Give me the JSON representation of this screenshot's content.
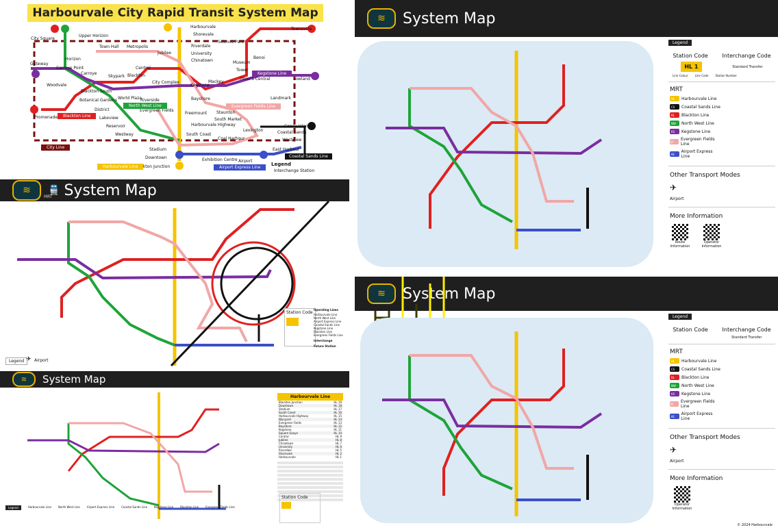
{
  "top_left": {
    "title": "Harbourvale City Rapid Transit System Map",
    "line_labels": {
      "city_line": "City Line",
      "blackton_line": "Blackton Line",
      "north_west_line": "North West Line",
      "evergreen_fields_line": "Evergreen Fields Line",
      "kegstone_line": "Kegstone Line",
      "harbourvale_line": "Harbourvale Line",
      "airport_express_line": "Airport Express Line",
      "coastal_sands_line": "Coastal Sands Line"
    },
    "stations": {
      "harbourvale": "Harbourvale",
      "shorevale": "Shorevale",
      "townsville": "Townsville",
      "science_park": "Science Park",
      "benoi": "Benoi",
      "upper_horizon": "Upper Horizon",
      "city_square": "City Square",
      "town_hall": "Town Hall",
      "metropolis": "Metropolis",
      "riverdale": "Riverdale",
      "university": "University",
      "chinatown": "Chinatown",
      "museum": "Museum",
      "jubilee": "Jubilee",
      "horizon": "Horizon",
      "carroye_point": "Carroye Point",
      "carroye": "Carroye",
      "gateway": "Gateway",
      "skypark": "Skypark",
      "blackton": "Blackton",
      "central": "Central",
      "city_complex": "City Complex",
      "tower": "Tower",
      "kegstone": "Kegstone",
      "mackey": "Mackey",
      "divers_central": "Diver's Central",
      "lowland": "Lowland",
      "landmark": "Landmark",
      "woodvale": "Woodvale",
      "blackton_south": "Blackton South",
      "botanical_gardens": "Botanical Gardens",
      "world_plaza": "World Plaza",
      "riverside": "Riverside",
      "district": "District",
      "evergreen_fields": "Evergreen Fields",
      "bayshore": "Bayshore",
      "promenade": "Promenade",
      "lakeview": "Lakeview",
      "reservoir": "Reservoir",
      "westway": "Westway",
      "freemount": "Freemount",
      "staunton": "Staunton",
      "south_market": "South Market",
      "harbourvale_highway": "Harbourvale Highway",
      "south_coast": "South Coast",
      "coal_harbour": "Coal Harbour",
      "lexington": "Lexington",
      "coney_island": "Coney Island",
      "coastal_sands": "Coastal Sands",
      "westview": "Westview",
      "stadium": "Stadium",
      "downtown": "Downtown",
      "exhibition_centre": "Exhibition Centre",
      "airport": "Airport",
      "east_harbour": "East Harbour",
      "blackton_junction": "Blackton Junction"
    },
    "legend_title": "Legend",
    "legend_item": "Interchange Station"
  },
  "middle_left": {
    "title": "System Map",
    "brand": "MRT",
    "legend_button": "Legend",
    "airport_label": "Airport",
    "station_code_title": "Station Code",
    "operating_lines_title": "Operating Lines",
    "interchange_title": "Interchange",
    "future_station_title": "Future Station",
    "lines": [
      "Harbourvale Line",
      "North West Line",
      "Airport Express Line",
      "Coastal Sands Line",
      "Kegstone Line",
      "Blackton Line",
      "Evergreen Fields Line"
    ]
  },
  "bottom_left": {
    "title": "System Map",
    "side_title": "Harbourvale Line",
    "station_code_title": "Station Code",
    "legend_button": "Legend",
    "legend_lines": [
      "Harbourvale Line",
      "North West Line",
      "Airport Express Line",
      "Coastal Sands Line",
      "Kegstone Line",
      "Blackton Line",
      "Evergreen Fields Line"
    ],
    "station_list": [
      [
        "Blackton Junction",
        "HL 19"
      ],
      [
        "Downtown",
        "HL 18"
      ],
      [
        "Stadium",
        "HL 17"
      ],
      [
        "South Coast",
        "HL 16"
      ],
      [
        "Harbourvale Highway",
        "HL 15"
      ],
      [
        "Wynyard",
        "HL 14"
      ],
      [
        "Evergreen Fields",
        "HL 13"
      ],
      [
        "Bayshore",
        "HL 12"
      ],
      [
        "Kegstone",
        "HL 11"
      ],
      [
        "Square Quays",
        "HL 10"
      ],
      [
        "Central",
        "HL 9"
      ],
      [
        "Jubilee",
        "HL 8"
      ],
      [
        "Chinatown",
        "HL 7"
      ],
      [
        "University",
        "HL 6"
      ],
      [
        "Riverdale",
        "HL 5"
      ],
      [
        "Shorevale",
        "HL 2"
      ],
      [
        "Harbourvale",
        "HL 1"
      ]
    ]
  },
  "top_right": {
    "title": "System Map",
    "legend_tag": "Legend",
    "station_code": "Station Code",
    "interchange_code": "Interchange Code",
    "standard_transfer": "Standard Transfer",
    "code_sample": "HL 1",
    "line_colour": "Line Colour",
    "line_code": "Line Code",
    "station_number": "Station Number",
    "mrt_heading": "MRT",
    "mrt_lines": [
      {
        "name": "Harbourvale Line",
        "code": "HL",
        "color": "#f5c400"
      },
      {
        "name": "Coastal Sands Line",
        "code": "CS",
        "color": "#111111"
      },
      {
        "name": "Blackton Line",
        "code": "BL",
        "color": "#e02020"
      },
      {
        "name": "North West Line",
        "code": "NW",
        "color": "#1fa33a"
      },
      {
        "name": "Kegstone Line",
        "code": "KS",
        "color": "#7a2da0"
      },
      {
        "name": "Evergreen Fields Line",
        "code": "EF",
        "color": "#f2a6a6"
      },
      {
        "name": "Airport Express Line",
        "code": "AE",
        "color": "#3a4fc9"
      }
    ],
    "other_transport": "Other Transport Modes",
    "airport": "Airport",
    "more_info": "More Information",
    "route_information": "Route Information",
    "operator_information": "Operator Information"
  },
  "bottom_right": {
    "title": "System Map",
    "legend_tag": "Legend",
    "station_code": "Station Code",
    "interchange_code": "Interchange Code",
    "standard_transfer": "Standard Transfer",
    "mrt_heading": "MRT",
    "other_transport": "Other Transport Modes",
    "airport": "Airport",
    "more_info": "More Information",
    "operator_information": "Operator Information",
    "copyright": "© 2024",
    "operator_name": "Harbourvale"
  },
  "colors": {
    "harbourvale": "#f5c400",
    "blackton": "#e02020",
    "north_west": "#1fa33a",
    "kegstone": "#7a2da0",
    "evergreen": "#f2a6a6",
    "airport_express": "#3a4fc9",
    "coastal_sands": "#111111",
    "city_line": "#7a1010"
  }
}
